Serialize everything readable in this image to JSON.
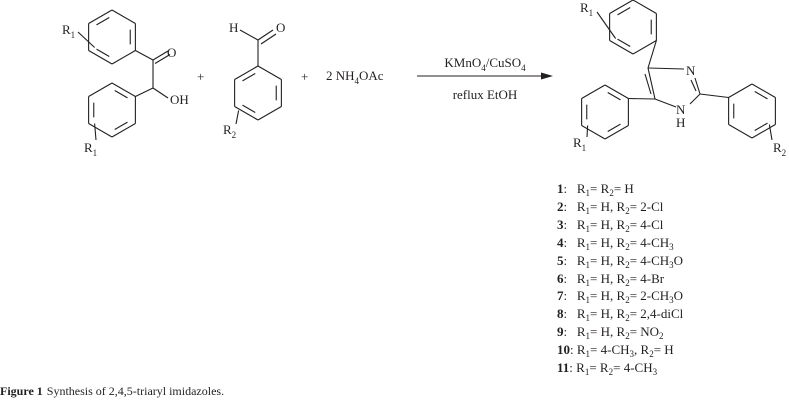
{
  "reactants": {
    "benzoin": {
      "r1_top": "R",
      "r1_top_sub": "1",
      "r1_bottom": "R",
      "r1_bottom_sub": "1",
      "oxygen": "O",
      "hydroxyl": "OH"
    },
    "aldehyde": {
      "hydrogen": "H",
      "oxygen": "O",
      "r2": "R",
      "r2_sub": "2"
    },
    "plus1": "+",
    "plus2": "+",
    "ammonium": {
      "coef": "2 NH",
      "sub": "4",
      "rest": "OAc"
    }
  },
  "conditions": {
    "above": {
      "k": "KMnO",
      "k_sub": "4",
      "mid": "/CuSO",
      "mid_sub": "4"
    },
    "below": "reflux EtOH"
  },
  "product": {
    "r1_top": "R",
    "r1_top_sub": "1",
    "r1_left": "R",
    "r1_left_sub": "1",
    "r2": "R",
    "r2_sub": "2",
    "n3": "N",
    "n1": "N",
    "n1_h": "H"
  },
  "compounds": [
    {
      "num": "1",
      "parts": [
        [
          "R",
          "1"
        ],
        [
          "= R",
          "2"
        ],
        [
          "= H",
          ""
        ]
      ]
    },
    {
      "num": "2",
      "parts": [
        [
          "R",
          "1"
        ],
        [
          "= H, R",
          "2"
        ],
        [
          "= 2-Cl",
          ""
        ]
      ]
    },
    {
      "num": "3",
      "parts": [
        [
          "R",
          "1"
        ],
        [
          "= H, R",
          "2"
        ],
        [
          "= 4-Cl",
          ""
        ]
      ]
    },
    {
      "num": "4",
      "parts": [
        [
          "R",
          "1"
        ],
        [
          "= H, R",
          "2"
        ],
        [
          "= 4-CH",
          "3"
        ]
      ]
    },
    {
      "num": "5",
      "parts": [
        [
          "R",
          "1"
        ],
        [
          "= H, R",
          "2"
        ],
        [
          "= 4-CH",
          "3"
        ],
        [
          "O",
          ""
        ]
      ]
    },
    {
      "num": "6",
      "parts": [
        [
          "R",
          "1"
        ],
        [
          "= H, R",
          "2"
        ],
        [
          "= 4-Br",
          ""
        ]
      ]
    },
    {
      "num": "7",
      "parts": [
        [
          "R",
          "1"
        ],
        [
          "= H, R",
          "2"
        ],
        [
          "= 2-CH",
          "3"
        ],
        [
          "O",
          ""
        ]
      ]
    },
    {
      "num": "8",
      "parts": [
        [
          "R",
          "1"
        ],
        [
          "= H, R",
          "2"
        ],
        [
          "= 2,4-diCl",
          ""
        ]
      ]
    },
    {
      "num": "9",
      "parts": [
        [
          "R",
          "1"
        ],
        [
          "= H, R",
          "2"
        ],
        [
          "= NO",
          "2"
        ]
      ]
    },
    {
      "num": "10",
      "parts": [
        [
          "R",
          "1"
        ],
        [
          "= 4-CH",
          "3"
        ],
        [
          ", R",
          "2"
        ],
        [
          "= H",
          ""
        ]
      ]
    },
    {
      "num": "11",
      "parts": [
        [
          "R",
          "1"
        ],
        [
          "= R",
          "2"
        ],
        [
          "= 4-CH",
          "3"
        ]
      ]
    }
  ],
  "caption": {
    "label": "Figure 1",
    "text": "Synthesis of 2,4,5-triaryl imidazoles."
  }
}
